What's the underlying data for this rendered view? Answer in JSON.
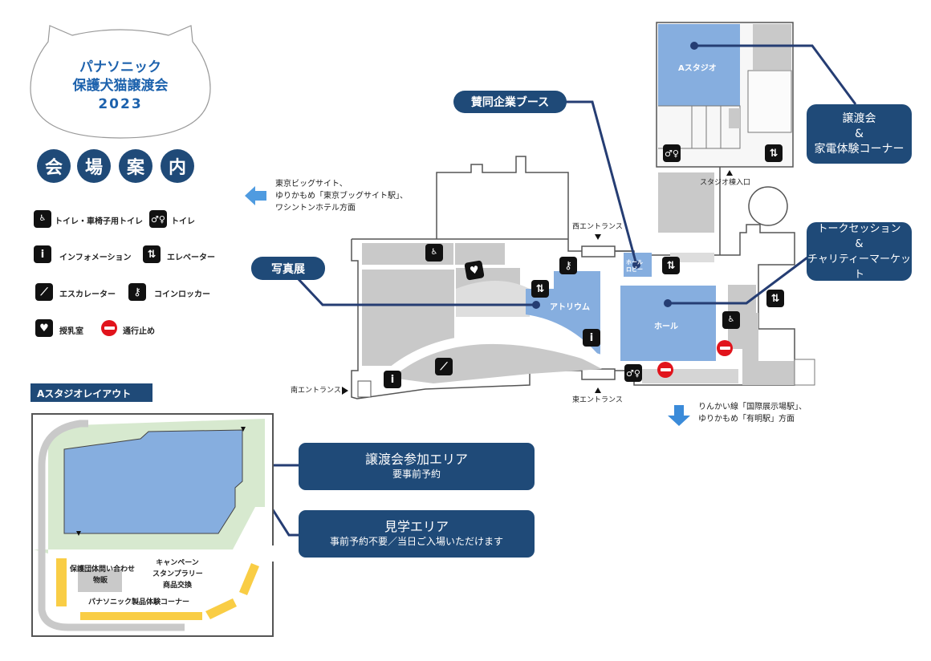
{
  "logo": {
    "line1": "パナソニック",
    "line2": "保護犬猫譲渡会",
    "line3": "2023"
  },
  "heading_chars": [
    "会",
    "場",
    "案",
    "内"
  ],
  "legend": [
    {
      "icon": "accessible-toilet-icon",
      "label": "トイレ・車椅子用トイレ"
    },
    {
      "icon": "toilet-icon",
      "label": "トイレ"
    },
    {
      "icon": "information-icon",
      "label": "インフォメーション"
    },
    {
      "icon": "elevator-icon",
      "label": "エレベーター"
    },
    {
      "icon": "escalator-icon",
      "label": "エスカレーター"
    },
    {
      "icon": "coin-locker-icon",
      "label": "コインロッカー"
    },
    {
      "icon": "nursing-room-icon",
      "label": "授乳室"
    },
    {
      "icon": "no-entry-icon",
      "label": "通行止め"
    }
  ],
  "directions": {
    "west": [
      "東京ビッグサイト、",
      "ゆりかもめ「東京ブッグサイト駅」、",
      "ワシントンホテル方面"
    ],
    "south": [
      "りんかい線「国際展示場駅」、",
      "ゆりかもめ「有明駅」方面"
    ]
  },
  "entrances": {
    "west": "西エントランス",
    "east": "東エントランス",
    "south": "南エントランス",
    "studio": "スタジオ棟入口"
  },
  "rooms": {
    "atrium": "アトリウム",
    "hall": "ホール",
    "hall_lobby": [
      "ホール",
      "ロビー"
    ],
    "studio_a": "Aスタジオ"
  },
  "callouts": {
    "sponsor": "賛同企業ブース",
    "photo": "写真展",
    "adoption": [
      "譲渡会",
      "&",
      "家電体験コーナー"
    ],
    "talk": [
      "トークセッション",
      "&",
      "チャリティーマーケット"
    ]
  },
  "studio_layout": {
    "title": "Aスタジオレイアウト",
    "participation": {
      "title": "譲渡会参加エリア",
      "sub": "要事前予約"
    },
    "viewing": {
      "title": "見学エリア",
      "sub": "事前予約不要／当日ご入場いただけます"
    },
    "shelter": [
      "保護団体問い合わせ",
      "物販"
    ],
    "campaign": [
      "キャンペーン",
      "スタンプラリー",
      "商品交換"
    ],
    "panasonic": "パナソニック製品体験コーナー"
  },
  "colors": {
    "navy": "#1f4a78",
    "room_blue": "#86aedf",
    "grey": "#c9c9c9",
    "green": "#d7e9cf",
    "yellow": "#f9cd45",
    "no_entry": "#e1141c"
  }
}
